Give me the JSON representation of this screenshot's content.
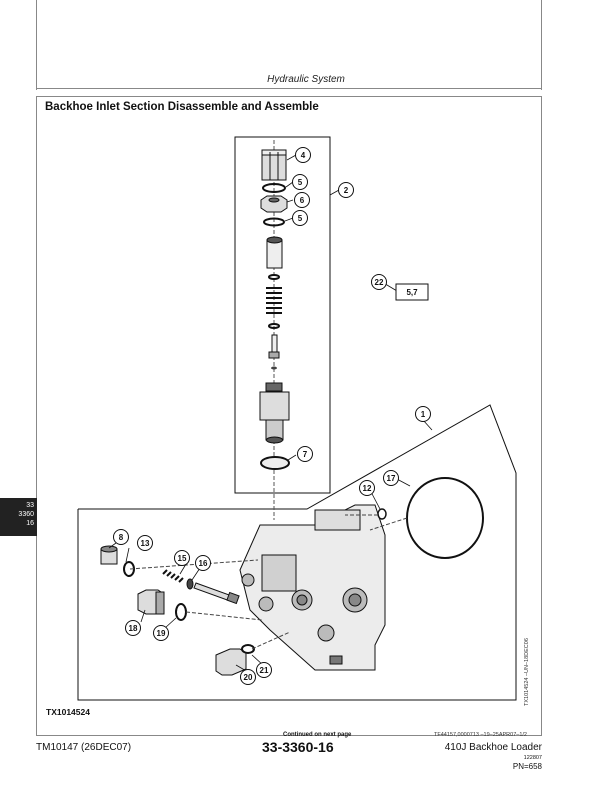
{
  "header": {
    "section": "Hydraulic System"
  },
  "title": "Backhoe Inlet Section Disassemble and Assemble",
  "tab": {
    "line1": "33",
    "line2": "3360",
    "line3": "16"
  },
  "figure": {
    "id": "TX1014524",
    "side_code": "TX1014524 –UN–18DEC06",
    "callouts": [
      "1",
      "2",
      "4",
      "5",
      "6",
      "5",
      "7",
      "8",
      "12",
      "13",
      "15",
      "16",
      "17",
      "18",
      "19",
      "20",
      "21",
      "22"
    ],
    "box_label": "5,7"
  },
  "footer": {
    "continued": "Continued on next page",
    "ref_code": "TF44157,0000713   –19–25APR07–1/2",
    "manual_id": "TM10147 (26DEC07)",
    "page_number": "33-3360-16",
    "product": "410J Backhoe Loader",
    "date": "122807",
    "pn": "PN=658"
  }
}
